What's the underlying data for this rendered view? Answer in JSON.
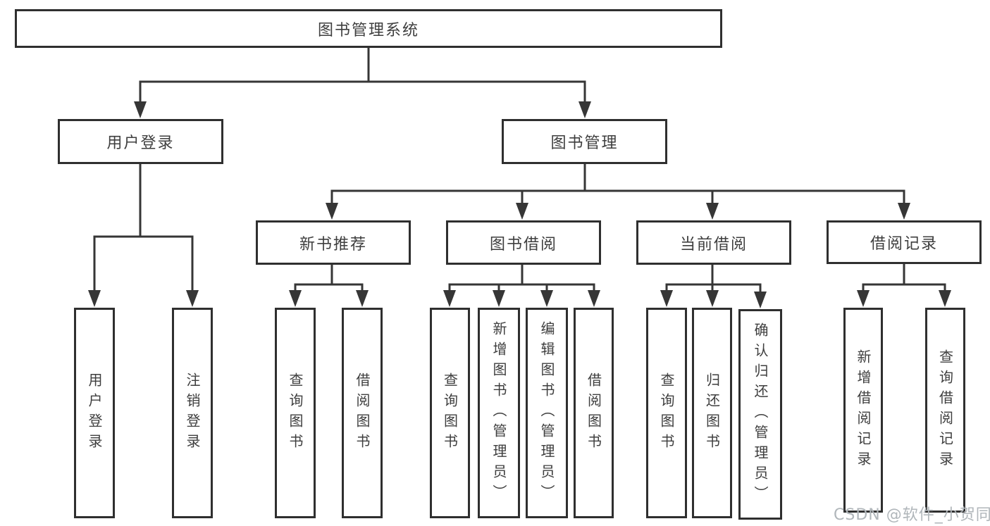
{
  "nodes": {
    "root": "图书管理系统",
    "user_login": "用户登录",
    "book_mgmt": "图书管理",
    "new_book_rec": "新书推荐",
    "book_borrow": "图书借阅",
    "current_borrow": "当前借阅",
    "borrow_record": "借阅记录",
    "ul_login": "用户登录",
    "ul_logout": "注销登录",
    "nb_query": "查询图书",
    "nb_borrow": "借阅图书",
    "bb_query": "查询图书",
    "bb_add": "新增图书（管理员）",
    "bb_edit": "编辑图书（管理员）",
    "bb_borrow": "借阅图书",
    "cb_query": "查询图书",
    "cb_return": "归还图书",
    "cb_confirm": "确认归还（管理员）",
    "br_add": "新增借阅记录",
    "br_query": "查询借阅记录"
  },
  "watermark": "CSDN @软件_小贺同学",
  "colors": {
    "line": "#363636",
    "box_border": "#2f2f2f",
    "text": "#3e3e3e",
    "watermark": "#b0b6ba",
    "background": "#ffffff"
  }
}
